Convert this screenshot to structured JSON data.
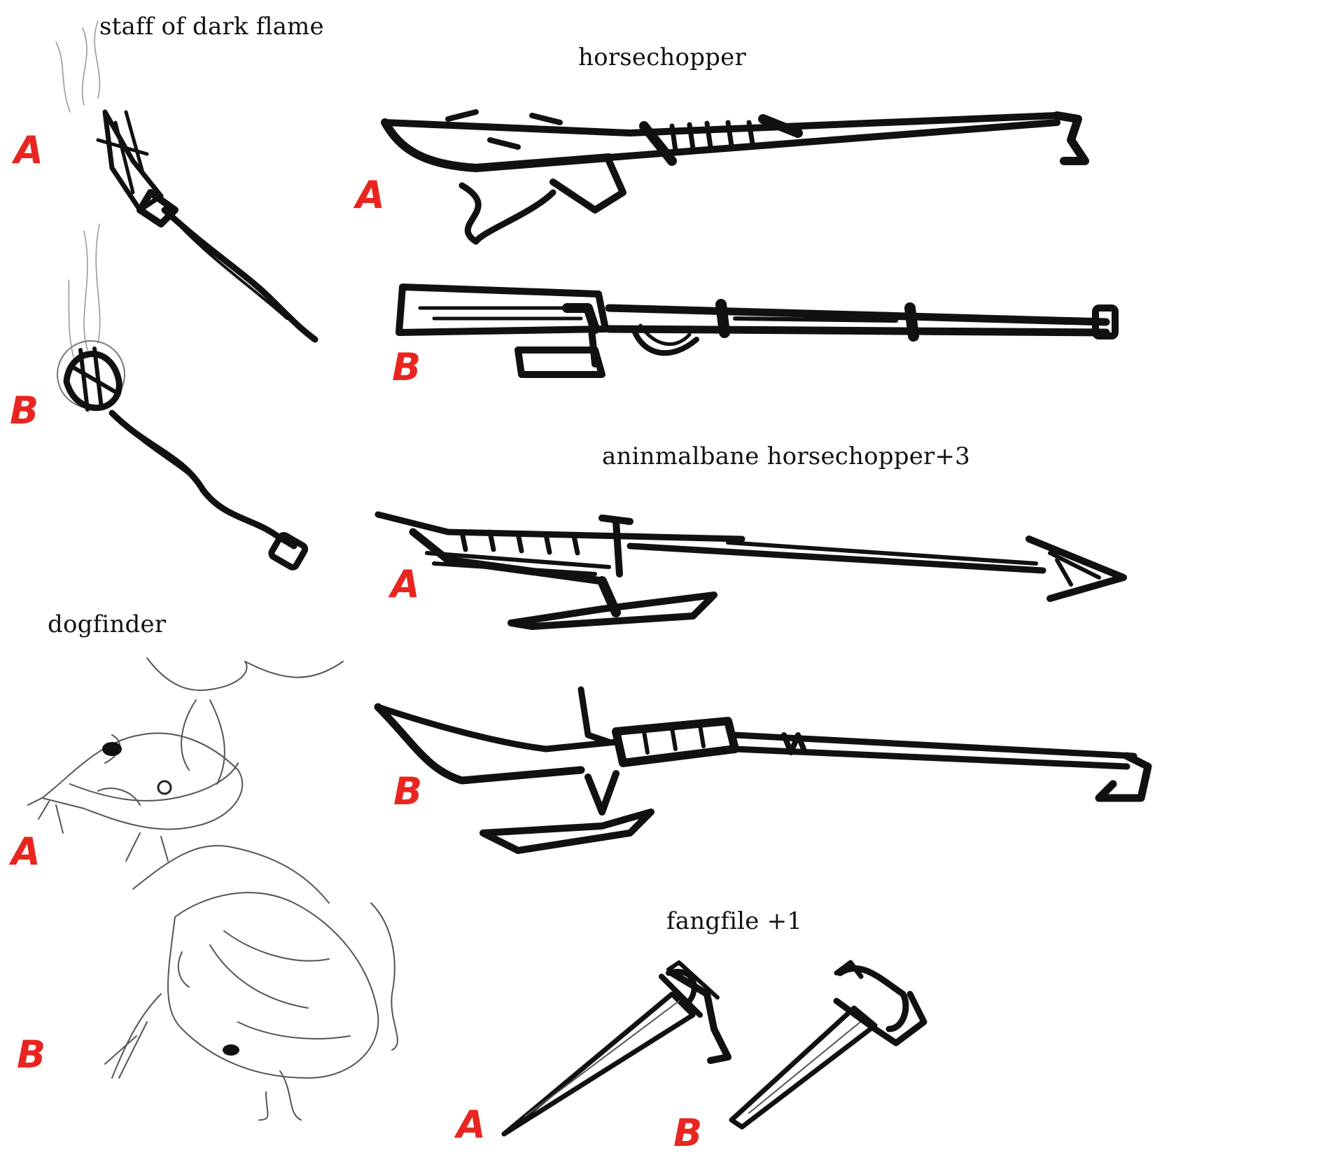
{
  "colors": {
    "ink": "#111111",
    "variant": "#e8261f",
    "paper": "#ffffff"
  },
  "weapons": [
    {
      "name": "staff of dark flame",
      "variants": [
        "A",
        "B"
      ]
    },
    {
      "name": "horsechopper",
      "variants": [
        "A",
        "B"
      ]
    },
    {
      "name": "aninmalbane horsechopper+3",
      "variants": [
        "A",
        "B"
      ]
    },
    {
      "name": "dogfinder",
      "variants": [
        "A",
        "B"
      ]
    },
    {
      "name": "fangfile +1",
      "variants": [
        "A",
        "B"
      ]
    }
  ]
}
